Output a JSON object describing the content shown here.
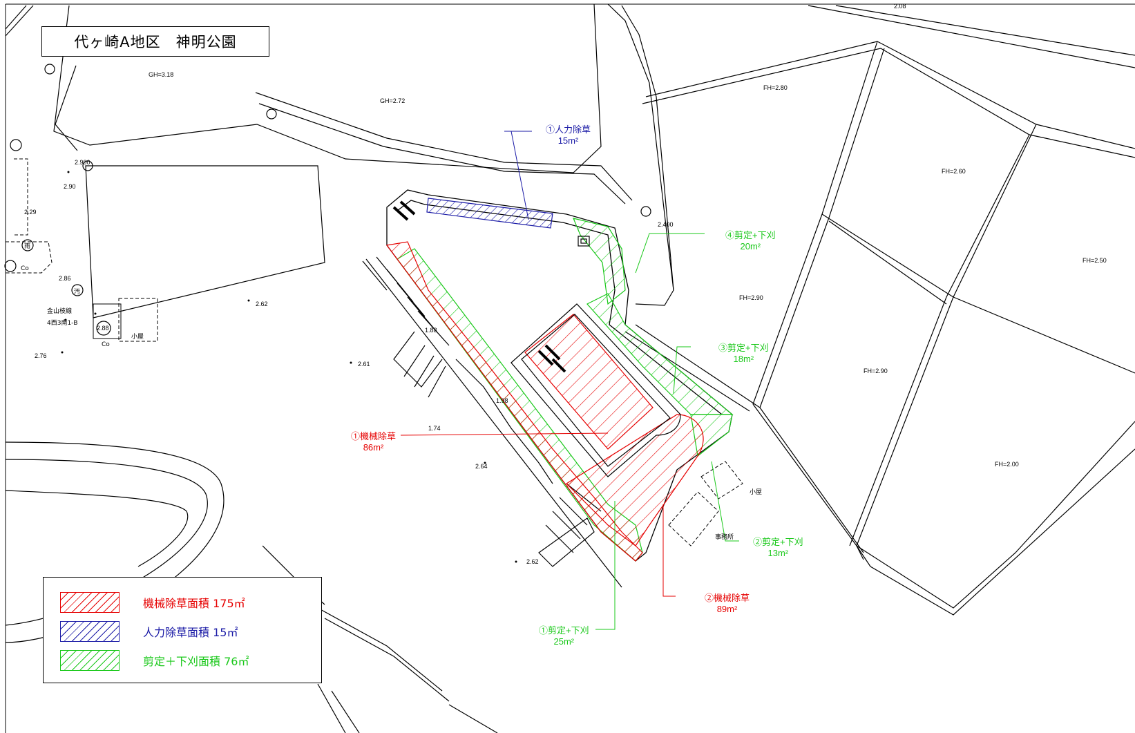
{
  "title": "代ヶ崎A地区　神明公園",
  "colors": {
    "red": "#e60000",
    "blue": "#1a1aa6",
    "green": "#19c819"
  },
  "legend": [
    {
      "label": "機械除草面積  175㎡",
      "color": "#e60000"
    },
    {
      "label": "人力除草面積    15㎡",
      "color": "#1a1aa6"
    },
    {
      "label": "剪定＋下刈面積  76㎡",
      "color": "#19c819"
    }
  ],
  "callouts": {
    "jinryoku1": {
      "name": "①人力除草",
      "area": "15m²"
    },
    "kikai1": {
      "name": "①機械除草",
      "area": "86m²"
    },
    "kikai2": {
      "name": "②機械除草",
      "area": "89m²"
    },
    "sentei1": {
      "name": "①剪定+下刈",
      "area": "25m²"
    },
    "sentei2": {
      "name": "②剪定+下刈",
      "area": "13m²"
    },
    "sentei3": {
      "name": "③剪定+下刈",
      "area": "18m²"
    },
    "sentei4": {
      "name": "④剪定+下刈",
      "area": "20m²"
    }
  },
  "map_labels": {
    "gh318": "GH=3.18",
    "gh272": "GH=2.72",
    "fh280": "FH=2.80",
    "fh260": "FH=2.60",
    "fh250": "FH=2.50",
    "fh290a": "FH=2.90",
    "fh290b": "FH=2.90",
    "fh200": "FH=2.00",
    "h2900": "2.900",
    "h290": "2.90",
    "h229": "2.29",
    "h286": "2.86",
    "h262a": "2.62",
    "h288": "2.88",
    "h276": "2.76",
    "h261": "2.61",
    "h188": "1.88",
    "h198": "1.98",
    "h174": "1.74",
    "h264": "2.64",
    "h262b": "2.62",
    "h2400": "2.400",
    "h208": "2.08",
    "kanayama": "金山枝線",
    "kanayama2": "4西3南1-B",
    "koya1": "小屋",
    "koya2": "小屋",
    "jimusho": "事務所",
    "co1": "Co",
    "co2": "Co",
    "ame": "雨",
    "o": "汚"
  }
}
